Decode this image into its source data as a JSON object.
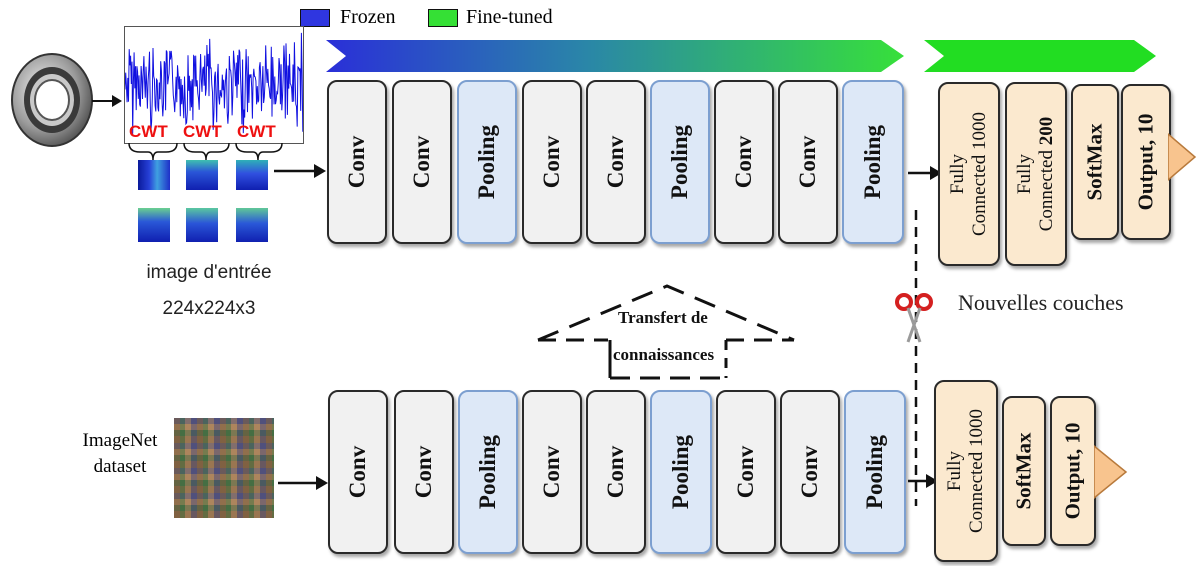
{
  "legend": {
    "frozen": {
      "label": "Frozen",
      "color": "#2f36e0"
    },
    "finetuned": {
      "label": "Fine-tuned",
      "color": "#35e035"
    }
  },
  "input": {
    "cwt_labels": [
      "CWT",
      "CWT",
      "CWT"
    ],
    "caption_line1": "image d'entrée",
    "caption_line2": "224x224x3"
  },
  "top_network": {
    "layers": [
      "Conv",
      "Conv",
      "Pooling",
      "Conv",
      "Conv",
      "Pooling",
      "Conv",
      "Conv",
      "Pooling"
    ],
    "fc1": {
      "line1": "Fully",
      "line2": "Connected 1000"
    },
    "fc2": {
      "line1": "Fully",
      "line2": "Connected ",
      "bold": "200"
    },
    "softmax": "SoftMax",
    "output": "Output, 10"
  },
  "new_layers_label": "Nouvelles couches",
  "transfer": {
    "line1": "Transfert de",
    "line2": "connaissances"
  },
  "imagenet": {
    "line1": "ImageNet",
    "line2": "dataset"
  },
  "bottom_network": {
    "layers": [
      "Conv",
      "Conv",
      "Pooling",
      "Conv",
      "Conv",
      "Pooling",
      "Conv",
      "Conv",
      "Pooling"
    ],
    "fc1": {
      "line1": "Fully",
      "line2": "Connected 1000"
    },
    "softmax": "SoftMax",
    "output": "Output, 10"
  }
}
